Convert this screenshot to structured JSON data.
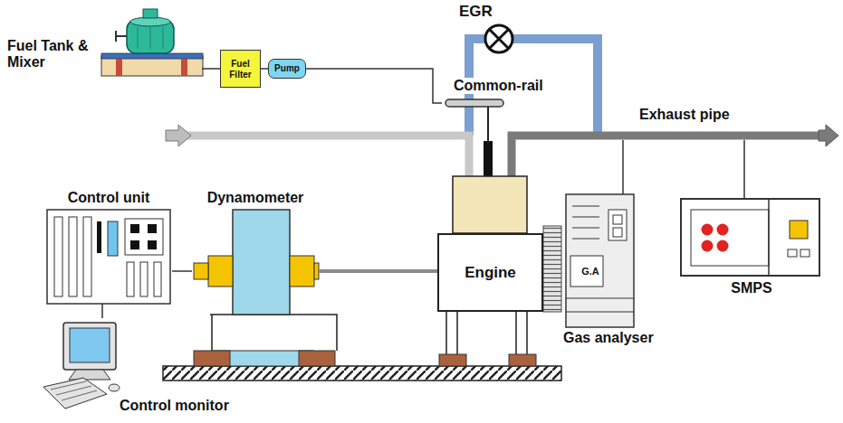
{
  "diagram": {
    "nodes": [
      {
        "text": [
          "Fuel Tank & Mixer"
        ]
      },
      {
        "text": [
          "Fuel Filter"
        ]
      },
      {
        "text": [
          "Pump"
        ]
      },
      {
        "text": [
          "EGR"
        ]
      },
      {
        "text": [
          "Common-rail"
        ]
      },
      {
        "text": [
          "Control unit"
        ]
      },
      {
        "text": [
          "Dynamometer"
        ]
      },
      {
        "text": [
          "Engine"
        ]
      },
      {
        "text": [
          "G.A",
          "Gas analyser"
        ]
      },
      {
        "text": [
          "SMPS"
        ]
      },
      {
        "text": [
          "Control monitor"
        ]
      }
    ],
    "edges": [
      {
        "from": 0,
        "to": 1,
        "arrow": "none"
      },
      {
        "from": 1,
        "to": 2,
        "arrow": "none"
      },
      {
        "from": 2,
        "to": 4,
        "arrow": "none"
      },
      {
        "from": 5,
        "to": 6,
        "arrow": "none"
      },
      {
        "from": 6,
        "to": 7,
        "arrow": "none"
      },
      {
        "from": 5,
        "to": 10,
        "arrow": "none"
      }
    ],
    "labels": [
      "Exhaust pipe"
    ]
  }
}
